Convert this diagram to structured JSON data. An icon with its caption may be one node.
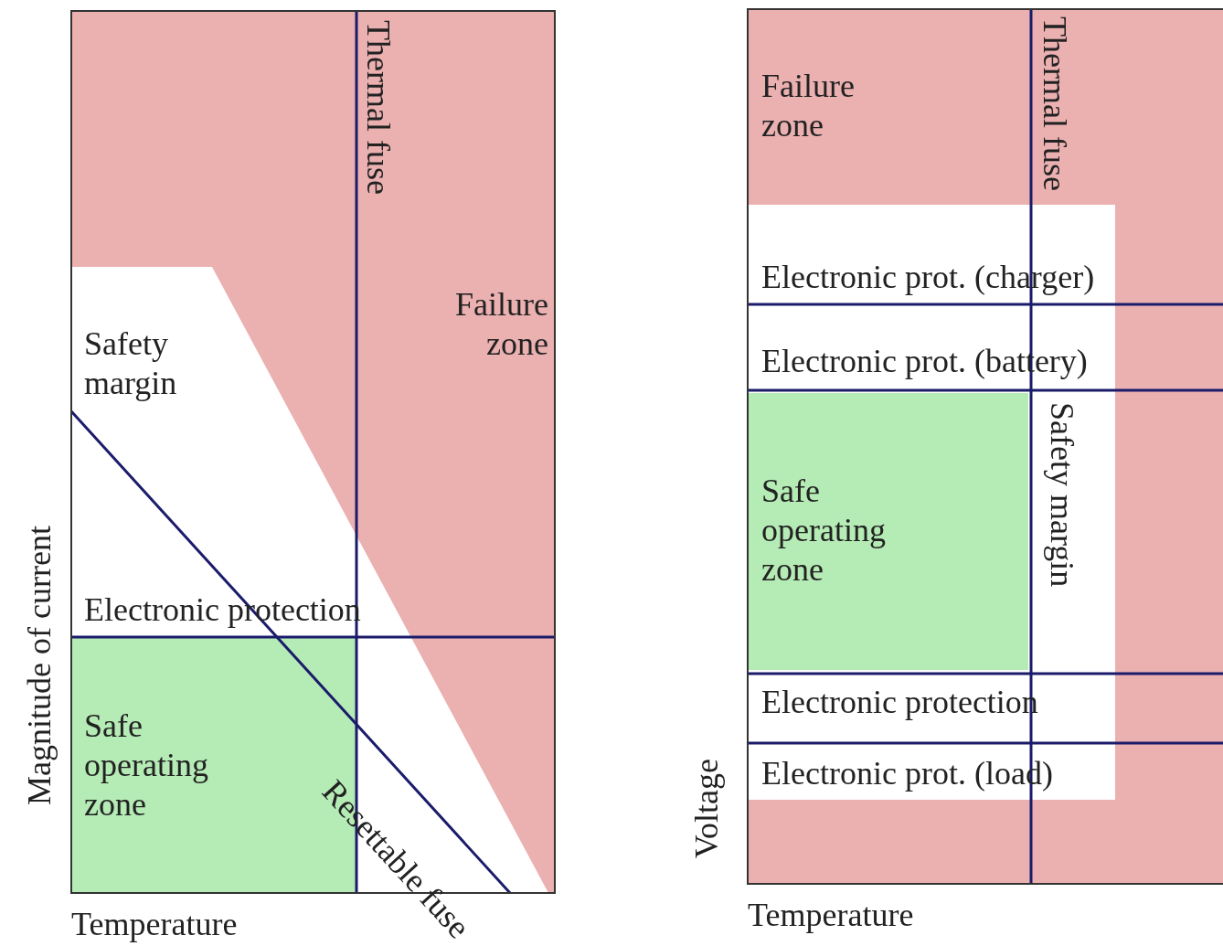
{
  "diagram": {
    "labels": [
      "Thermal fuse",
      "Failure zone",
      "Safety margin",
      "Electronic protection",
      "Safe operating zone",
      "Resettable fuse",
      "Magnitude of current",
      "Temperature",
      "Failure zone",
      "Thermal fuse",
      "Electronic prot. (charger)",
      "Electronic prot. (battery)",
      "Safe operating zone",
      "Safety margin",
      "Electronic protection",
      "Electronic prot. (load)",
      "Voltage",
      "Temperature"
    ]
  }
}
